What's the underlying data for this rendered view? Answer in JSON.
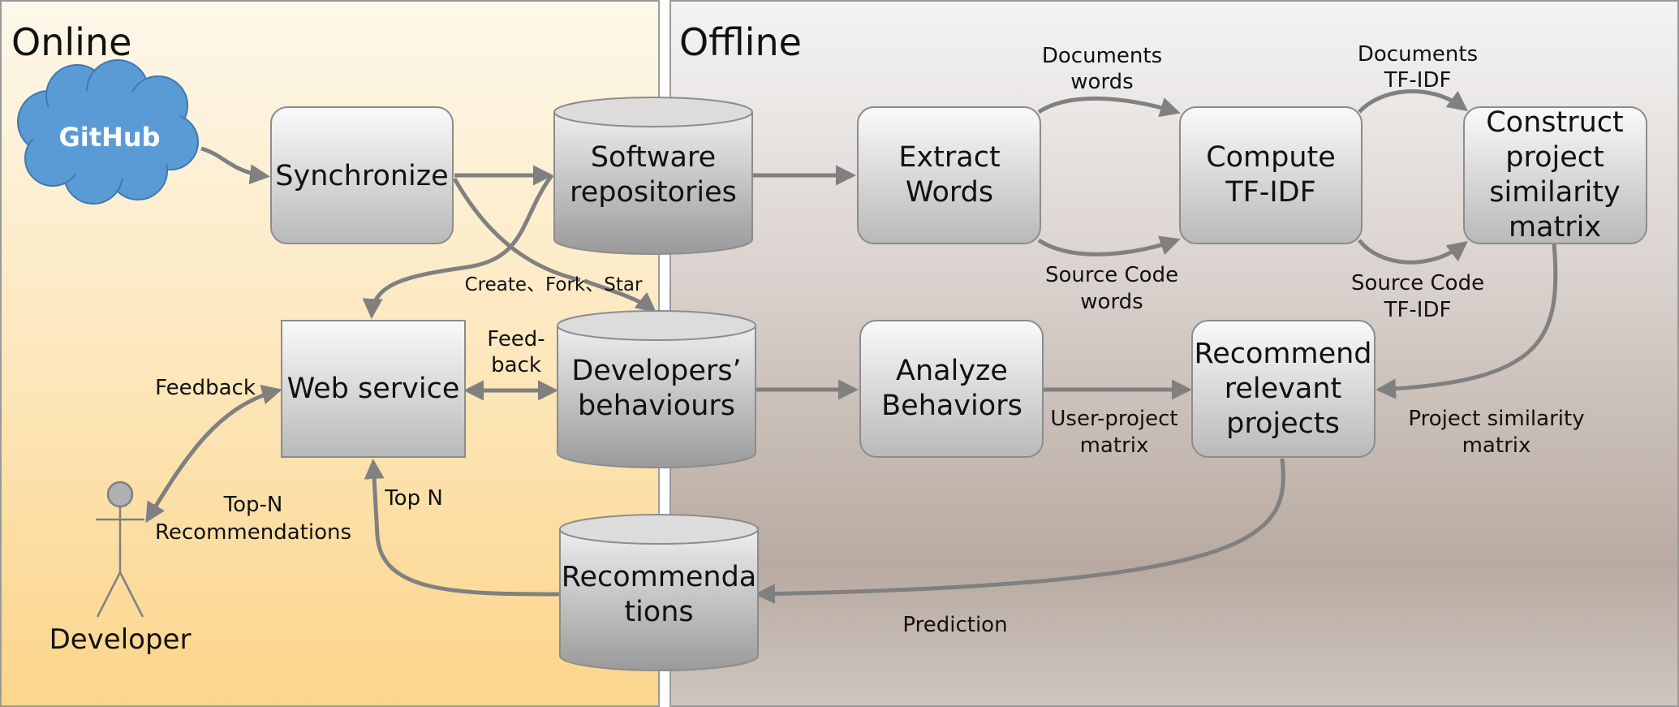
{
  "panels": {
    "online": {
      "title": "Online"
    },
    "offline": {
      "title": "Offline"
    }
  },
  "nodes": {
    "github": {
      "lines": [
        "GitHub"
      ]
    },
    "synchronize": {
      "lines": [
        "Synchronize"
      ]
    },
    "software_repositories": {
      "lines": [
        "Software",
        "repositories"
      ]
    },
    "web_service": {
      "lines": [
        "Web service"
      ]
    },
    "developers_behaviours": {
      "lines": [
        "Developers’",
        "behaviours"
      ]
    },
    "recommendations": {
      "lines": [
        "Recommenda",
        "tions"
      ]
    },
    "developer": {
      "lines": [
        "Developer"
      ]
    },
    "extract_words": {
      "lines": [
        "Extract",
        "Words"
      ]
    },
    "compute_tfidf": {
      "lines": [
        "Compute",
        "TF-IDF"
      ]
    },
    "construct_matrix": {
      "lines": [
        "Construct",
        "project",
        "similarity",
        "matrix"
      ]
    },
    "analyze_behaviors": {
      "lines": [
        "Analyze",
        "Behaviors"
      ]
    },
    "recommend_projects": {
      "lines": [
        "Recommend",
        "relevant",
        "projects"
      ]
    }
  },
  "edge_labels": {
    "documents_words": [
      "Documents",
      "words"
    ],
    "source_code_words": [
      "Source Code",
      "words"
    ],
    "documents_tfidf": [
      "Documents",
      "TF-IDF"
    ],
    "source_code_tfidf": [
      "Source Code",
      "TF-IDF"
    ],
    "create_fork_star": [
      "Create、Fork、Star"
    ],
    "feedback_web": [
      "Feed-",
      "back"
    ],
    "feedback_dev": [
      "Feedback"
    ],
    "top_n_recs": [
      "Top-N",
      "Recommendations"
    ],
    "top_n": [
      "Top N"
    ],
    "user_project_matrix": [
      "User-project",
      "matrix"
    ],
    "project_similarity_matrix": [
      "Project similarity",
      "matrix"
    ],
    "prediction": [
      "Prediction"
    ]
  },
  "colors": {
    "online_bg_top": "#fdf6e3",
    "online_bg_bottom": "#fbd58a",
    "offline_bg_top": "#f2f2f2",
    "offline_bg_bottom": "#bfb3ab",
    "github_cloud": "#5b9bd5",
    "edge": "#808080"
  }
}
